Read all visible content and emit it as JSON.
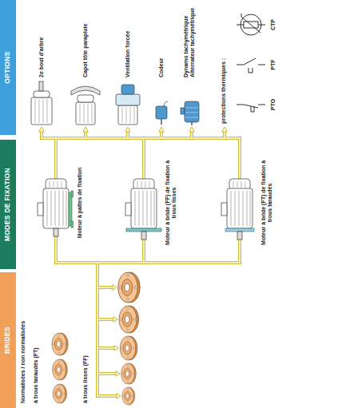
{
  "diagram": {
    "nodes": [
      {
        "text": [
          "BRIDES"
        ]
      },
      {
        "text": [
          "MODES DE FIXATION"
        ]
      },
      {
        "text": [
          "OPTIONS"
        ]
      }
    ],
    "labels": [
      "Normalisées / non normalisées",
      "à trous taraudés (FT)",
      "à trous lisses (FF)",
      "Moteur à pattes de fixation",
      "Moteur à bride (FF) de fixation à trous lisses",
      "Moteur à bride (FT) de fixation à trous taraudés",
      "2e bout d'arbre",
      "Capot tôle parapluie",
      "Ventilation forcée",
      "Codeur",
      "Dynamo tachymétrique",
      "Alternateur tachymétrique",
      "protections thermiques :",
      "PTO",
      "PTF",
      "CTP"
    ]
  }
}
